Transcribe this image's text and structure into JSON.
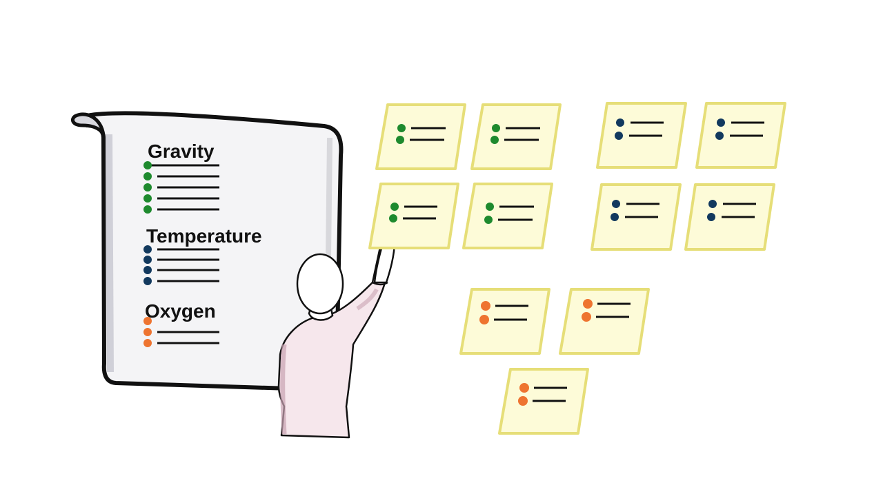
{
  "colors": {
    "gravity": "#1e8a2e",
    "temperature": "#12395e",
    "oxygen": "#ee7430",
    "note_fill": "#fdfbd8",
    "note_border": "#e6de78",
    "paper_fill": "#f4f4f6",
    "shirt": "#f6e7ec",
    "outline": "#111111"
  },
  "board": {
    "sections": [
      {
        "key": "gravity",
        "heading": "Gravity",
        "bullets": 5
      },
      {
        "key": "temperature",
        "heading": "Temperature",
        "bullets": 4
      },
      {
        "key": "oxygen",
        "heading": "Oxygen",
        "bullets": 3
      }
    ]
  },
  "notes": {
    "gravity": 4,
    "temperature": 4,
    "oxygen": 3
  }
}
